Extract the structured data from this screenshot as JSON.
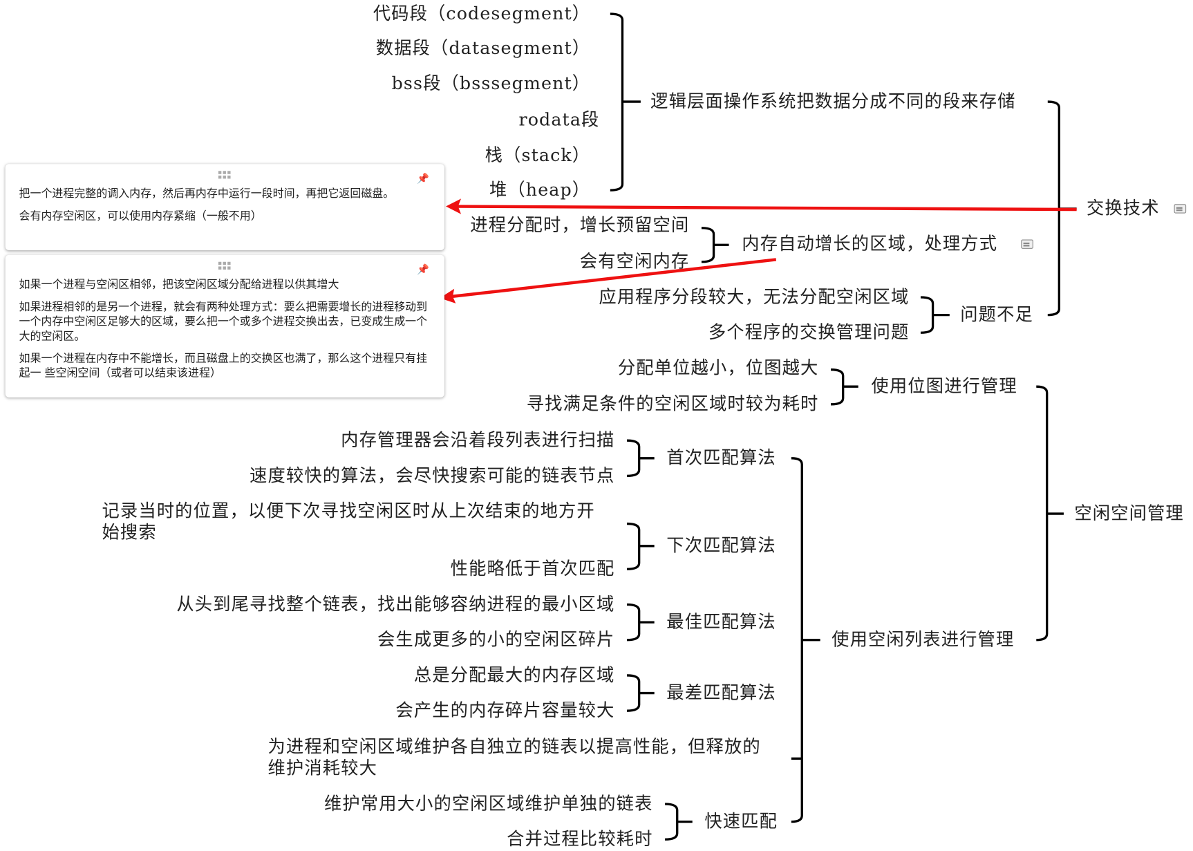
{
  "swap": {
    "label": "交换技术",
    "logic": {
      "label": "逻辑层面操作系统把数据分成不同的段来存储",
      "items": [
        "代码段（codesegment）",
        "数据段（datasegment）",
        "bss段（bsssegment）",
        "rodata段",
        "栈（stack）",
        "堆（heap）"
      ]
    },
    "grow": {
      "label": "内存自动增长的区域，处理方式",
      "items": [
        "进程分配时，增长预留空间",
        "会有空闲内存"
      ]
    },
    "problems": {
      "label": "问题不足",
      "items": [
        "应用程序分段较大，无法分配空闲区域",
        "多个程序的交换管理问题"
      ]
    }
  },
  "free": {
    "label": "空闲空间管理",
    "bitmap": {
      "label": "使用位图进行管理",
      "items": [
        "分配单位越小，位图越大",
        "寻找满足条件的空闲区域时较为耗时"
      ]
    },
    "list": {
      "label": "使用空闲列表进行管理",
      "first": {
        "label": "首次匹配算法",
        "items": [
          "内存管理器会沿着段列表进行扫描",
          "速度较快的算法，会尽快搜索可能的链表节点"
        ]
      },
      "next": {
        "label": "下次匹配算法",
        "items": [
          "记录当时的位置，以便下次寻找空闲区时从上次结束的地方开始搜索",
          "性能略低于首次匹配"
        ]
      },
      "best": {
        "label": "最佳匹配算法",
        "items": [
          "从头到尾寻找整个链表，找出能够容纳进程的最小区域",
          "会生成更多的小的空闲区碎片"
        ]
      },
      "worst": {
        "label": "最差匹配算法",
        "items": [
          "总是分配最大的内存区域",
          "会产生的内存碎片容量较大"
        ]
      },
      "separate": "为进程和空闲区域维护各自独立的链表以提高性能，但释放的维护消耗较大",
      "quick": {
        "label": "快速匹配",
        "items": [
          "维护常用大小的空闲区域维护单独的链表",
          "合并过程比较耗时"
        ]
      }
    }
  },
  "notes": [
    {
      "paragraphs": [
        "把一个进程完整的调入内存，然后再内存中运行一段时间，再把它返回磁盘。",
        "会有内存空闲区，可以使用内存紧缩（一般不用）"
      ]
    },
    {
      "paragraphs": [
        "如果一个进程与空闲区相邻，把该空闲区域分配给进程以供其增大",
        "如果进程相邻的是另一个进程，就会有两种处理方式：要么把需要增长的进程移动到一个内存中空闲区足够大的区域，要么把一个或多个进程交换出去，已变成生成一个大的空闲区。",
        "如果一个进程在内存中不能增长，而且磁盘上的交换区也满了，那么这个进程只有挂起一 些空闲空间（或者可以结束该进程）"
      ]
    }
  ],
  "colors": {
    "arrow": "#ee1111",
    "line": "#000000"
  }
}
